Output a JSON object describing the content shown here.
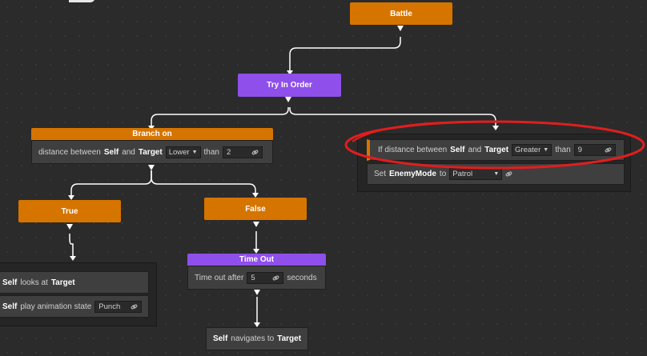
{
  "nodes": {
    "battle": {
      "label": "Battle"
    },
    "try_in_order": {
      "label": "Try In Order"
    },
    "branch_on": {
      "header": "Branch on",
      "prefix": "distance between",
      "self": "Self",
      "and": "and",
      "target": "Target",
      "comparison": "Lower",
      "than": "than",
      "value": "2"
    },
    "if_check": {
      "prefix": "If distance between",
      "self": "Self",
      "and": "and",
      "target": "Target",
      "comparison": "Greater",
      "than": "than",
      "value": "9"
    },
    "set_mode": {
      "set": "Set",
      "var": "EnemyMode",
      "to": "to",
      "value": "Patrol"
    },
    "true_node": {
      "label": "True"
    },
    "false_node": {
      "label": "False"
    },
    "look_at": {
      "self": "Self",
      "text": "looks at",
      "target": "Target"
    },
    "play_anim": {
      "self": "Self",
      "text": "play animation state",
      "value": "Punch"
    },
    "time_out": {
      "header": "Time Out",
      "prefix": "Time out after",
      "value": "5",
      "suffix": "seconds"
    },
    "navigate": {
      "self": "Self",
      "text": "navigates to",
      "target": "Target"
    }
  },
  "colors": {
    "action_orange": "#d67400",
    "modifier_purple": "#8e4fea",
    "highlight_red": "#e01e1e",
    "wire": "#ffffff"
  }
}
